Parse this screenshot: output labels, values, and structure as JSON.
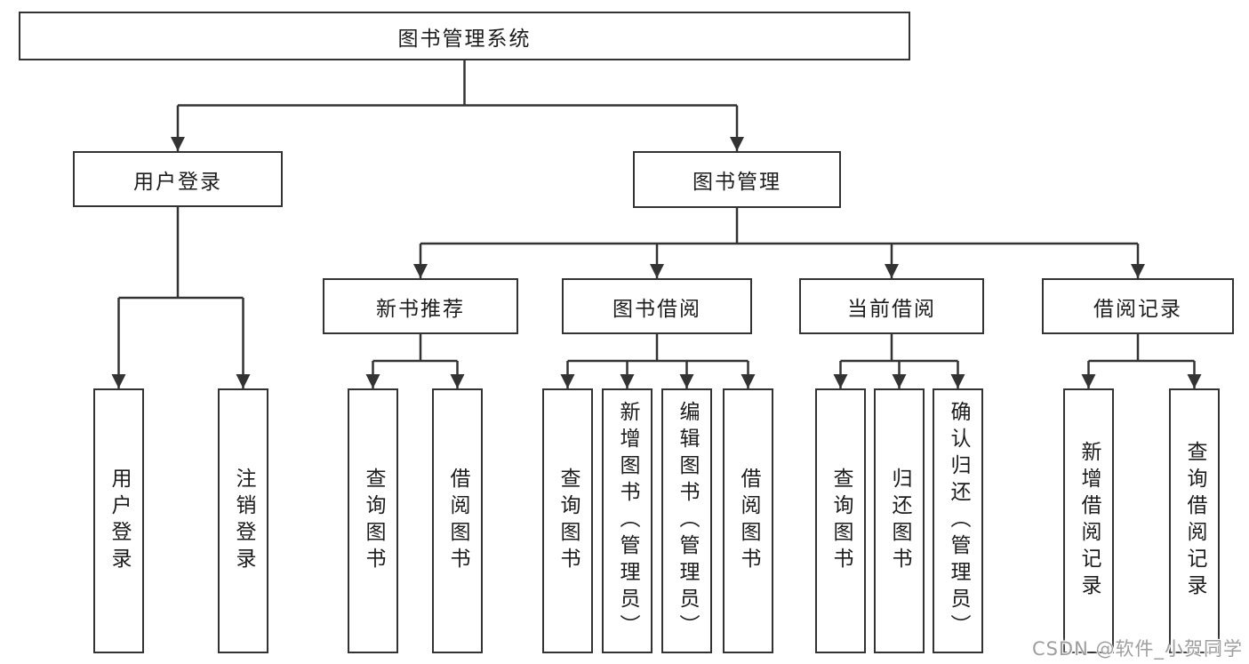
{
  "tree": {
    "label": "图书管理系统",
    "children": [
      {
        "label": "用户登录",
        "children": [
          {
            "label": "用户登录"
          },
          {
            "label": "注销登录"
          }
        ]
      },
      {
        "label": "图书管理",
        "children": [
          {
            "label": "新书推荐",
            "children": [
              {
                "label": "查询图书"
              },
              {
                "label": "借阅图书"
              }
            ]
          },
          {
            "label": "图书借阅",
            "children": [
              {
                "label": "查询图书"
              },
              {
                "label": "新增图书（管理员）"
              },
              {
                "label": "编辑图书（管理员）"
              },
              {
                "label": "借阅图书"
              }
            ]
          },
          {
            "label": "当前借阅",
            "children": [
              {
                "label": "查询图书"
              },
              {
                "label": "归还图书"
              },
              {
                "label": "确认归还（管理员）"
              }
            ]
          },
          {
            "label": "借阅记录",
            "children": [
              {
                "label": "新增借阅记录"
              },
              {
                "label": "查询借阅记录"
              }
            ]
          }
        ]
      }
    ]
  },
  "watermark": "CSDN @软件_小贺同学",
  "colors": {
    "line": "#333333",
    "box_border": "#333333",
    "text": "#1c1c1c",
    "background": "#ffffff",
    "watermark": "#9e9e9e"
  }
}
